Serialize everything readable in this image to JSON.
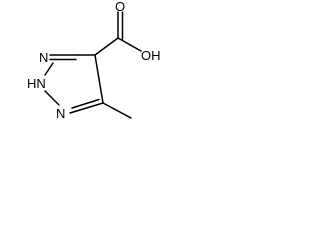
{
  "molecule": {
    "name": "",
    "atoms": {
      "n_upper": "N",
      "nh": "HN",
      "n_lower": "N",
      "o_carbonyl": "O",
      "oh": "OH"
    },
    "colors": {
      "bond": "#000000",
      "text": "#000000",
      "background": "#ffffff"
    }
  }
}
